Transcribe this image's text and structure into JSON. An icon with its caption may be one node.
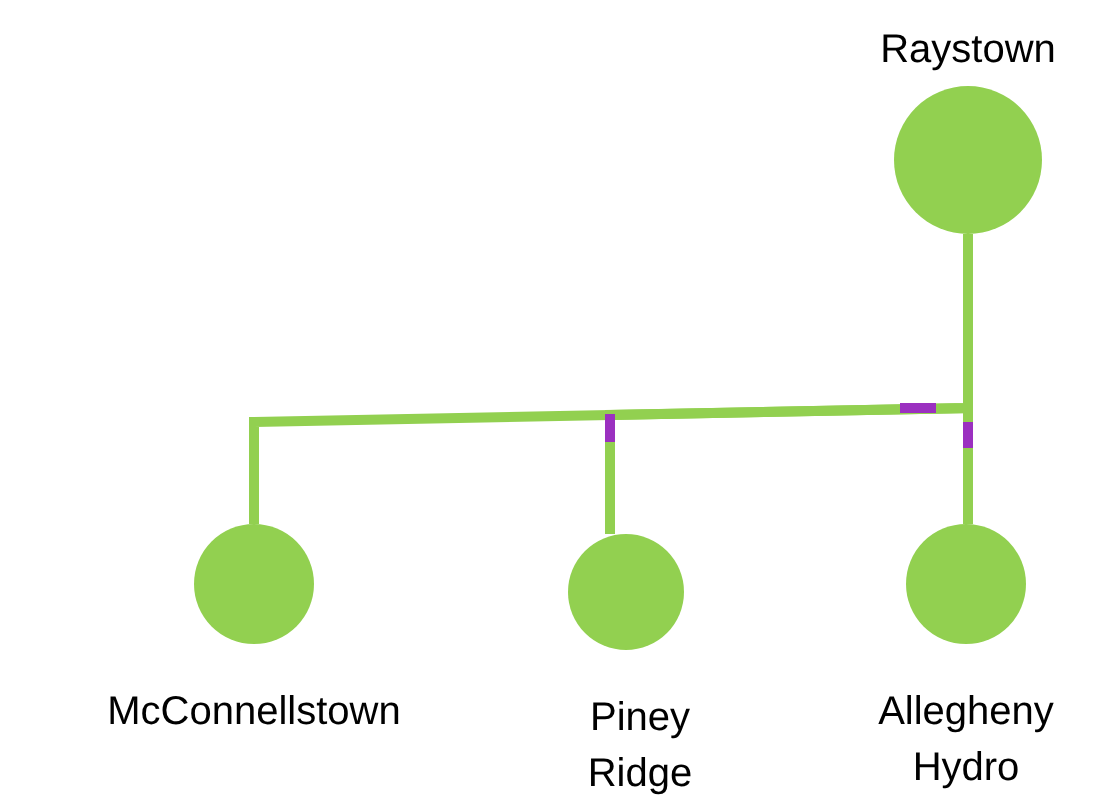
{
  "diagram": {
    "nodes": [
      {
        "text": [
          "Raystown"
        ]
      },
      {
        "text": [
          "McConnellstown"
        ]
      },
      {
        "text": [
          "Piney Ridge"
        ]
      },
      {
        "text": [
          "Allegheny Hydro"
        ]
      }
    ],
    "edges": [
      {
        "from": 0,
        "to": 1,
        "arrow": "none"
      },
      {
        "from": 0,
        "to": 2,
        "arrow": "none"
      },
      {
        "from": 0,
        "to": 3,
        "arrow": "none"
      }
    ]
  }
}
